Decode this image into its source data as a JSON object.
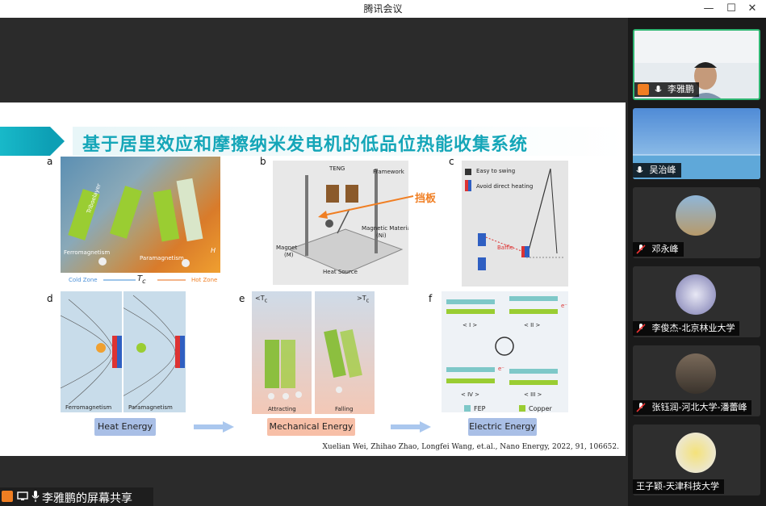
{
  "window": {
    "title": "腾讯会议",
    "controls": {
      "minimize": "—",
      "maximize": "☐",
      "close": "✕"
    }
  },
  "slide": {
    "title": "基于居里效应和摩擦纳米发电机的低品位热能收集系统",
    "panels": {
      "a": {
        "label": "a",
        "texts": [
          "Triboelayer",
          "Ferromagnetism",
          "Paramagnetism",
          "Cold Zone",
          "Hot Zone",
          "H"
        ],
        "tc": "T",
        "tc_sub": "c"
      },
      "b": {
        "label": "b",
        "texts": [
          "TENG",
          "Framework",
          "Magnetic Material",
          "(Ni)",
          "Magnet",
          "(M)",
          "Heat Source"
        ],
        "annotation": "挡板"
      },
      "c": {
        "label": "c",
        "legend": [
          "Easy to swing",
          "Avoid direct heating"
        ],
        "baffle": "Baffle"
      },
      "d": {
        "label": "d",
        "captions": [
          "Ferromagnetism",
          "Paramagnetism"
        ]
      },
      "e": {
        "label": "e",
        "left_top": "<T",
        "right_top": ">T",
        "sub": "c",
        "captions": [
          "Attracting",
          "Falling"
        ]
      },
      "f": {
        "label": "f",
        "states": [
          "< I >",
          "< II >",
          "< IV >",
          "< III >"
        ],
        "legend": [
          "FEP",
          "Copper"
        ],
        "electron": "e⁻"
      }
    },
    "energy_flow": [
      "Heat Energy",
      "Mechanical Energy",
      "Electric Energy"
    ],
    "citation": "Xuelian Wei, Zhihao Zhao, Longfei Wang, et.al., Nano Energy, 2022, 91, 106652."
  },
  "share_bar": {
    "text": "李雅鹏的屏幕共享"
  },
  "participants": [
    {
      "name": "李雅鹏",
      "mic": "on",
      "video": true,
      "host": true
    },
    {
      "name": "吴治峰",
      "mic": "on",
      "video": true,
      "host": false
    },
    {
      "name": "邓永峰",
      "mic": "off",
      "video": false,
      "host": false
    },
    {
      "name": "李俊杰-北京林业大学",
      "mic": "off",
      "video": false,
      "host": false
    },
    {
      "name": "张钰润-河北大学-潘蕾峰",
      "mic": "off",
      "video": false,
      "host": false
    },
    {
      "name": "王子颖-天津科技大学",
      "mic": "none",
      "video": false,
      "host": false
    }
  ],
  "colors": {
    "title_teal": "#15a6b8",
    "active_border": "#2fb672",
    "heat_btn": "#a9bfe6",
    "mech_btn": "#f7bfa7",
    "elec_btn": "#a9bfe6",
    "annotation_orange": "#f07e22"
  }
}
